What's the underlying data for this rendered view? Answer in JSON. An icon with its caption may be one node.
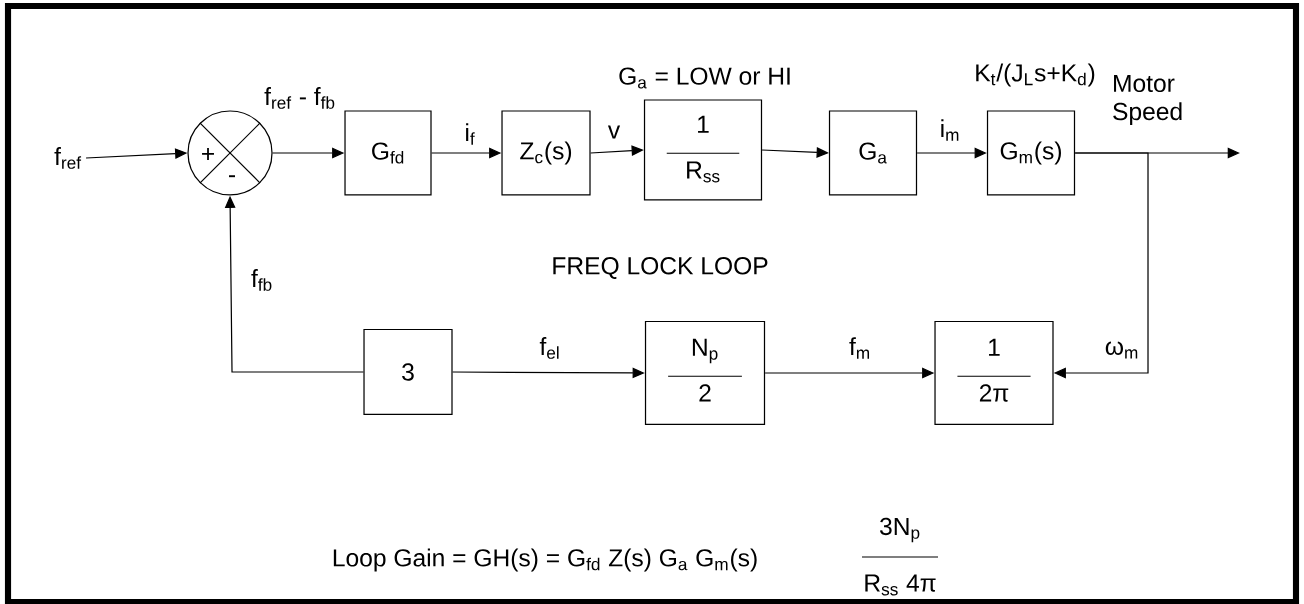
{
  "diagram": {
    "nodes": [
      {
        "text": [
          "f$_{ref}$"
        ]
      },
      {
        "text": [
          "+",
          "-"
        ]
      },
      {
        "text": [
          "G$_{fd}$"
        ]
      },
      {
        "text": [
          "Z$_{c}$(s)"
        ]
      },
      {
        "text": [
          "1",
          "R$_{ss}$"
        ]
      },
      {
        "text": [
          "G$_{a}$"
        ]
      },
      {
        "text": [
          "G$_{m}$(s)"
        ],
        "beside": [
          "K$_{t}$/(J$_{L}$s+K$_{d}$)"
        ]
      },
      {
        "text": [
          "3"
        ]
      },
      {
        "text": [
          "N$_{p}$",
          "2"
        ]
      },
      {
        "text": [
          "1",
          "2π"
        ]
      }
    ],
    "edges": [
      {
        "from": 0,
        "to": 1,
        "arrow": "to"
      },
      {
        "from": 1,
        "to": 2,
        "arrow": "to",
        "label": "f$_{ref}$ - f$_{fb}$"
      },
      {
        "from": 2,
        "to": 3,
        "arrow": "to",
        "label": "i$_{f}$"
      },
      {
        "from": 3,
        "to": 4,
        "arrow": "to",
        "label": "v"
      },
      {
        "from": 4,
        "to": 5,
        "arrow": "to"
      },
      {
        "from": 5,
        "to": 6,
        "arrow": "to",
        "label": "i$_{m}$"
      },
      {
        "from": 6,
        "to": null,
        "arrow": "to",
        "label": "Motor Speed"
      },
      {
        "from": 6,
        "to": 9,
        "arrow": "to",
        "label": "ω$_{m}$"
      },
      {
        "from": 7,
        "to": 1,
        "arrow": "to",
        "label": "f$_{fb}$"
      },
      {
        "from": 7,
        "to": 8,
        "arrow": "to",
        "label": "f$_{el}$"
      },
      {
        "from": 8,
        "to": 9,
        "arrow": "to",
        "label": "f$_{m}$"
      }
    ],
    "labels": [
      "G$_{a}$  = LOW or HI",
      "FREQ LOCK LOOP",
      "Loop Gain  =  GH(s)  =  G$_{fd}$ Z(s) G$_{a}$ G$_{m}$(s)",
      "3N$_{p}$",
      "R$_{ss}$ 4π"
    ]
  }
}
